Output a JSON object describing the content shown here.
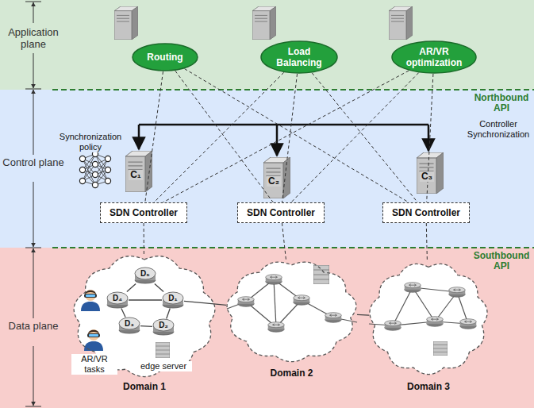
{
  "diagram": {
    "nodes": [
      {
        "text": [
          "Application plane"
        ]
      },
      {
        "text": [
          "Routing"
        ],
        "in": 0
      },
      {
        "text": [
          "Load Balancing"
        ],
        "in": 0
      },
      {
        "text": [
          "AR/VR optimization"
        ],
        "in": 0
      },
      {
        "text": [
          "Control plane"
        ]
      },
      {
        "text": [
          "SDN Controller"
        ],
        "in": 4
      },
      {
        "text": [
          "SDN Controller"
        ],
        "in": 4
      },
      {
        "text": [
          "SDN Controller"
        ],
        "in": 4
      },
      {
        "text": [
          "Data plane"
        ]
      },
      {
        "text": [
          "Domain 1"
        ],
        "in": 8
      },
      {
        "text": [
          "Domain 2"
        ],
        "in": 8
      },
      {
        "text": [
          "Domain 3"
        ],
        "in": 8
      },
      {
        "text": [
          "D₅"
        ],
        "in": 9
      },
      {
        "text": [
          "D₄"
        ],
        "in": 9
      },
      {
        "text": [
          "D₁"
        ],
        "in": 9
      },
      {
        "text": [
          "D₃"
        ],
        "in": 9
      },
      {
        "text": [
          "D₂"
        ],
        "in": 9
      }
    ],
    "edges": [
      {
        "from": 1,
        "to": 5,
        "arrow": "none"
      },
      {
        "from": 1,
        "to": 6,
        "arrow": "none"
      },
      {
        "from": 1,
        "to": 7,
        "arrow": "none"
      },
      {
        "from": 2,
        "to": 5,
        "arrow": "none"
      },
      {
        "from": 2,
        "to": 6,
        "arrow": "none"
      },
      {
        "from": 2,
        "to": 7,
        "arrow": "none"
      },
      {
        "from": 3,
        "to": 5,
        "arrow": "none"
      },
      {
        "from": 3,
        "to": 6,
        "arrow": "none"
      },
      {
        "from": 3,
        "to": 7,
        "arrow": "none"
      },
      {
        "from": 5,
        "to": 9,
        "arrow": "none"
      },
      {
        "from": 6,
        "to": 10,
        "arrow": "none"
      },
      {
        "from": 7,
        "to": 11,
        "arrow": "none"
      },
      {
        "from": 12,
        "to": 13,
        "arrow": "none"
      },
      {
        "from": 12,
        "to": 14,
        "arrow": "none"
      },
      {
        "from": 13,
        "to": 14,
        "arrow": "none"
      },
      {
        "from": 13,
        "to": 15,
        "arrow": "none"
      },
      {
        "from": 15,
        "to": 16,
        "arrow": "none"
      },
      {
        "from": 14,
        "to": 16,
        "arrow": "none"
      },
      {
        "from": 14,
        "to": 10,
        "arrow": "none"
      },
      {
        "from": 10,
        "to": 11,
        "arrow": "none"
      }
    ],
    "labels": [
      "C₁",
      "C₂",
      "C₃",
      "Synchronization policy",
      "Northbound API",
      "Controller Synchronization",
      "Southbound API",
      "AR/VR tasks",
      "edge server"
    ]
  }
}
